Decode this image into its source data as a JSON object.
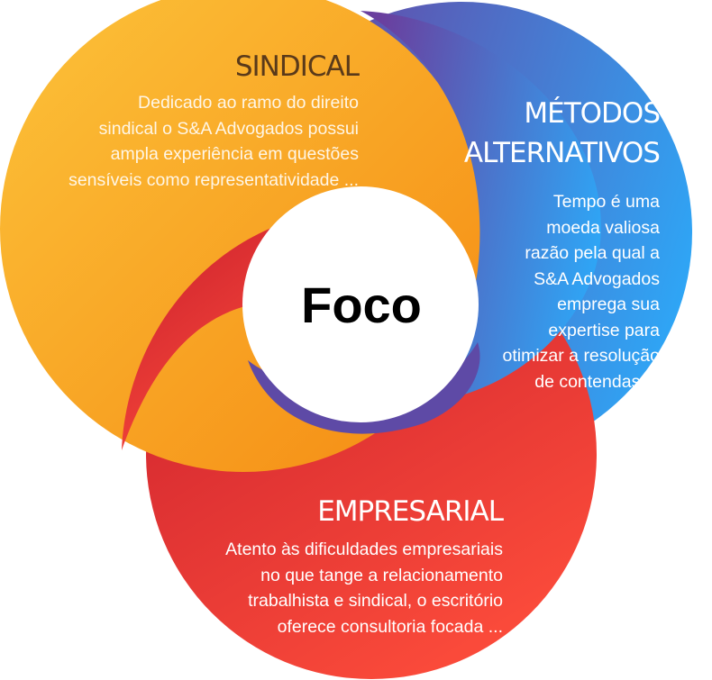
{
  "center": {
    "label": "Foco"
  },
  "sections": {
    "sindical": {
      "title": "SINDICAL",
      "body": "Dedicado ao ramo do direito\nsindical o S&A Advogados possui\nampla experiência em questões\nsensíveis como representatividade ..."
    },
    "metodos": {
      "title": "MÉTODOS\nALTERNATIVOS",
      "body": "Tempo é uma\nmoeda valiosa\nrazão pela qual a\nS&A Advogados\nemprega sua\nexpertise para\notimizar a resolução\nde contendas ..."
    },
    "empresarial": {
      "title": "EMPRESARIAL",
      "body": "Atento às dificuldades empresariais\nno que tange a relacionamento\ntrabalhista e sindical, o escritório\noferece consultoria focada ..."
    }
  },
  "colors": {
    "orange_light": "#fcc33a",
    "orange_dark": "#f58a12",
    "red_dark": "#d9252f",
    "red_light": "#f9473a",
    "blue_violet": "#6a3f9e",
    "blue_light": "#2ea6f6",
    "center_fill": "#ffffff"
  }
}
